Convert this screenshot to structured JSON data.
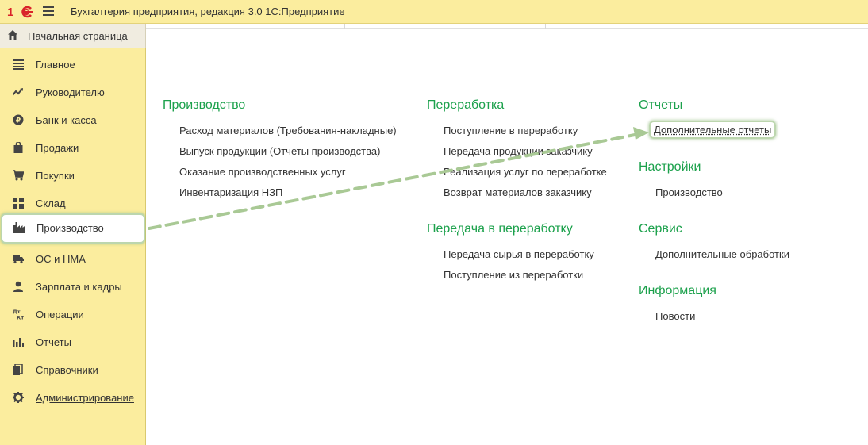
{
  "app": {
    "title": "Бухгалтерия предприятия, редакция 3.0 1С:Предприятие"
  },
  "home": {
    "label": "Начальная страница"
  },
  "sidebar": {
    "items": [
      {
        "label": "Главное",
        "icon": "list-icon"
      },
      {
        "label": "Руководителю",
        "icon": "trend-icon"
      },
      {
        "label": "Банк и касса",
        "icon": "coin-icon"
      },
      {
        "label": "Продажи",
        "icon": "bag-icon"
      },
      {
        "label": "Покупки",
        "icon": "cart-icon"
      },
      {
        "label": "Склад",
        "icon": "grid-icon"
      },
      {
        "label": "Производство",
        "icon": "factory-icon",
        "active": true
      },
      {
        "label": "ОС и НМА",
        "icon": "truck-icon"
      },
      {
        "label": "Зарплата и кадры",
        "icon": "person-icon"
      },
      {
        "label": "Операции",
        "icon": "dt-kt-icon"
      },
      {
        "label": "Отчеты",
        "icon": "bar-chart-icon"
      },
      {
        "label": "Справочники",
        "icon": "books-icon"
      },
      {
        "label": "Администрирование",
        "icon": "gear-icon"
      }
    ]
  },
  "groups": {
    "production": {
      "title": "Производство",
      "links": [
        "Расход материалов (Требования-накладные)",
        "Выпуск продукции (Отчеты производства)",
        "Оказание производственных услуг",
        "Инвентаризация НЗП"
      ]
    },
    "processing": {
      "title": "Переработка",
      "links": [
        "Поступление в переработку",
        "Передача продукции заказчику",
        "Реализация услуг по переработке",
        "Возврат материалов заказчику"
      ]
    },
    "transfer": {
      "title": "Передача в переработку",
      "links": [
        "Передача сырья в переработку",
        "Поступление из переработки"
      ]
    },
    "reports": {
      "title": "Отчеты",
      "links": [
        "Дополнительные отчеты"
      ]
    },
    "settings": {
      "title": "Настройки",
      "links": [
        "Производство"
      ]
    },
    "service": {
      "title": "Сервис",
      "links": [
        "Дополнительные обработки"
      ]
    },
    "info": {
      "title": "Информация",
      "links": [
        "Новости"
      ]
    }
  },
  "colors": {
    "sidebar_bg": "#fbed9e",
    "group_title": "#1ca14c",
    "highlight": "#bcd6ae",
    "arrow": "#a9c995",
    "logo_red": "#d9232a"
  }
}
